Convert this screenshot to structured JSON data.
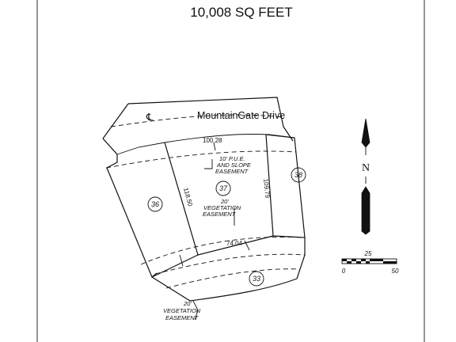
{
  "title": "10,008 SQ FEET",
  "road_name": "MountainGate Drive",
  "centerline_symbol": "℄",
  "dimensions": {
    "front": "100.28",
    "rear": "74.04",
    "left_side": "118.50",
    "right_side": "109.79"
  },
  "lots": {
    "subject": "37",
    "west": "36",
    "east": "38",
    "south": "33"
  },
  "easements": {
    "pue_line1": "10' P.U.E.",
    "pue_line2": "AND SLOPE",
    "pue_line3": "EASEMENT",
    "veg_mid_line1": "20'",
    "veg_mid_line2": "VEGETATION",
    "veg_mid_line3": "EASEMENT",
    "veg_low_line1": "20'",
    "veg_low_line2": "VEGETATION",
    "veg_low_line3": "EASEMENT"
  },
  "north_arrow": {
    "label": "N"
  },
  "scale_bar": {
    "start": "0",
    "mid": "25",
    "end": "50"
  }
}
